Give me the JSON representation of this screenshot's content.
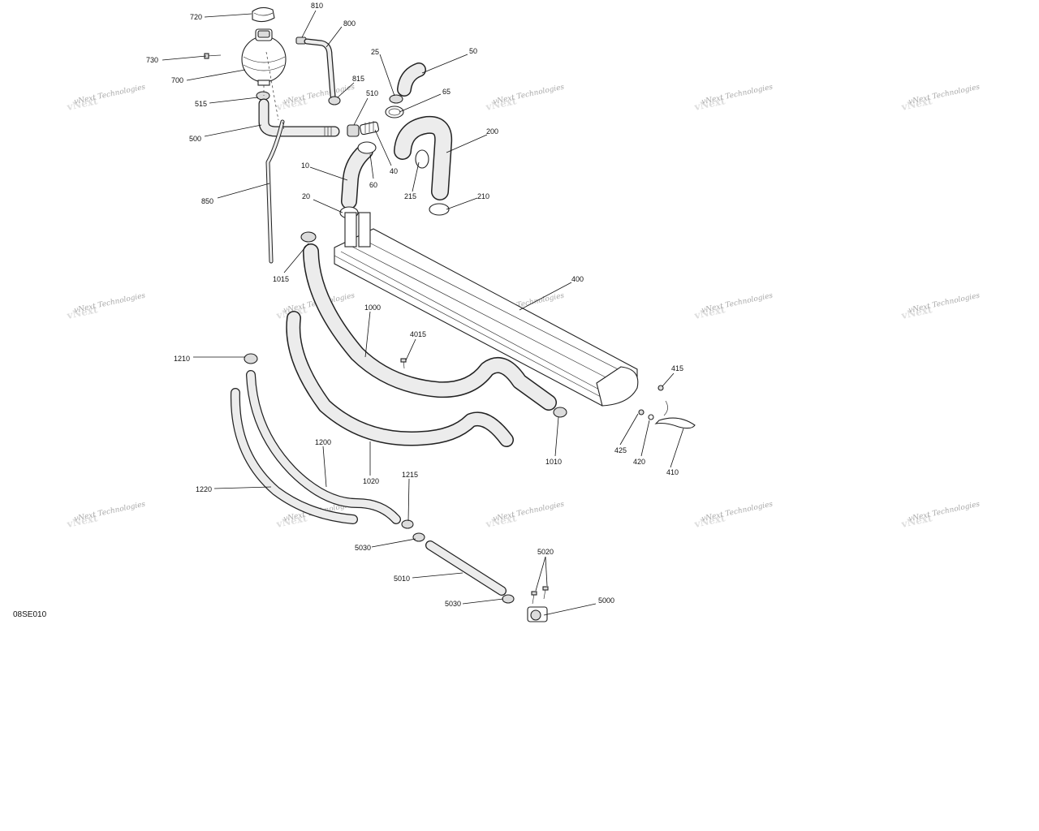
{
  "diagram_code": "08SE010",
  "watermark": {
    "text": "vNext Technologies"
  },
  "callouts": {
    "c720": "720",
    "c810": "810",
    "c800": "800",
    "c730": "730",
    "c700": "700",
    "c515": "515",
    "c815": "815",
    "c510": "510",
    "c25": "25",
    "c50": "50",
    "c65": "65",
    "c500": "500",
    "c200": "200",
    "c40": "40",
    "c10": "10",
    "c60": "60",
    "c215": "215",
    "c210": "210",
    "c850": "850",
    "c20": "20",
    "c1015": "1015",
    "c400": "400",
    "c1000": "1000",
    "c4015": "4015",
    "c1210": "1210",
    "c415": "415",
    "c425": "425",
    "c420": "420",
    "c410": "410",
    "c1010": "1010",
    "c1200": "1200",
    "c1020": "1020",
    "c1220": "1220",
    "c1215": "1215",
    "c5030a": "5030",
    "c5010": "5010",
    "c5020": "5020",
    "c5000": "5000",
    "c5030b": "5030"
  }
}
